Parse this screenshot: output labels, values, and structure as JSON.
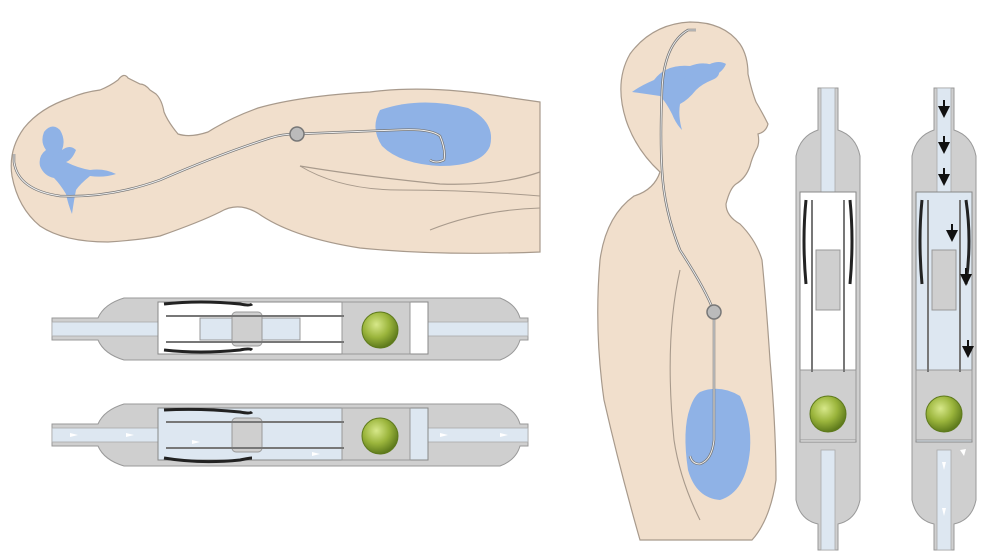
{
  "figure": {
    "panels": [
      "supine-body-with-shunt",
      "valve-horizontal-closed",
      "valve-horizontal-open-flow",
      "upright-body-with-shunt",
      "valve-vertical-closed",
      "valve-vertical-open-flow"
    ],
    "colors": {
      "skin": "#f1dfcc",
      "skin_outline": "#a89a8c",
      "fluid": "#8fb2e6",
      "valve_housing": "#cfcfcf",
      "valve_channel": "#dde7f1",
      "valve_ball": "#9bb53c",
      "spring": "#222222",
      "flow_arrow_light": "#ffffff",
      "flow_arrow_dark": "#111111"
    },
    "icons": [
      "brain-ventricles-icon",
      "shunt-valve-icon",
      "ball-valve-icon",
      "flow-arrow-icon"
    ]
  }
}
